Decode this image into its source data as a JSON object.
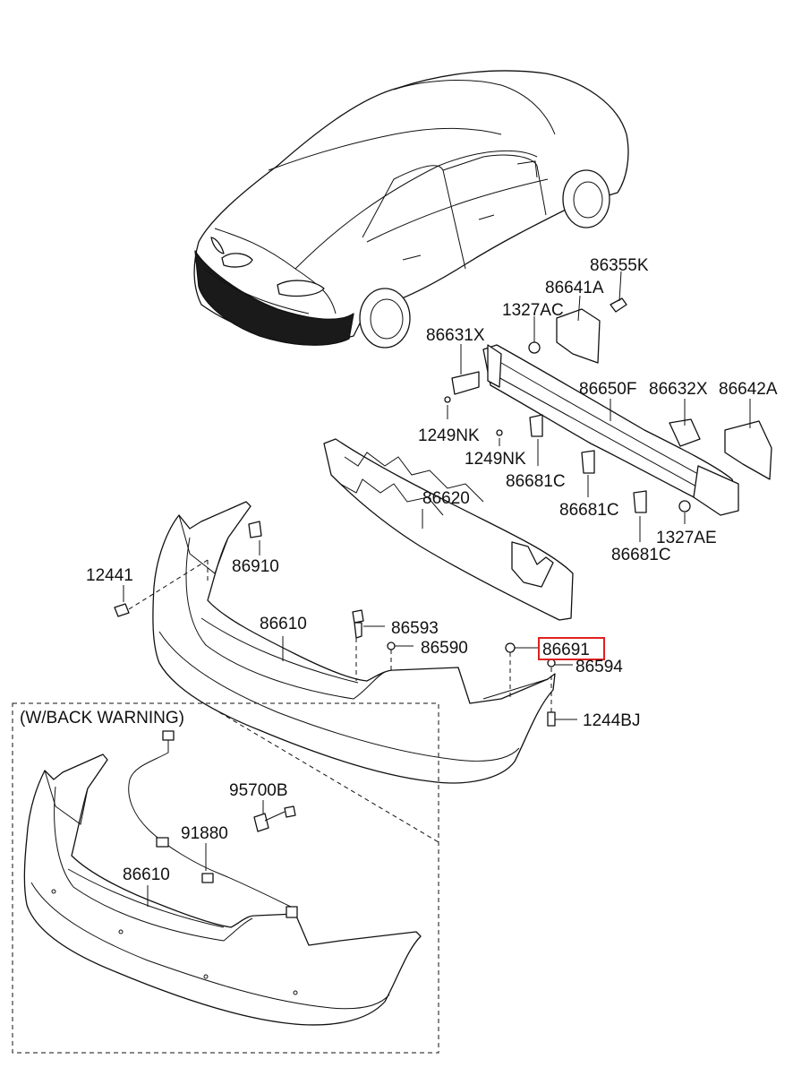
{
  "diagram": {
    "inset_title": "(W/BACK WARNING)",
    "highlight_color": "#e02020",
    "highlighted_part": "86691",
    "labels": {
      "p86355K": "86355K",
      "p86641A": "86641A",
      "p1327AC": "1327AC",
      "p86631X": "86631X",
      "p86650F": "86650F",
      "p86632X": "86632X",
      "p86642A": "86642A",
      "p1249NK_a": "1249NK",
      "p1249NK_b": "1249NK",
      "p86681C_a": "86681C",
      "p86681C_b": "86681C",
      "p86681C_c": "86681C",
      "p1327AE": "1327AE",
      "p86620": "86620",
      "p12441": "12441",
      "p86910": "86910",
      "p86610": "86610",
      "p86593": "86593",
      "p86590": "86590",
      "p86691": "86691",
      "p86594": "86594",
      "p1244BJ": "1244BJ",
      "p95700B": "95700B",
      "p91880": "91880",
      "p86610_inset": "86610"
    }
  }
}
